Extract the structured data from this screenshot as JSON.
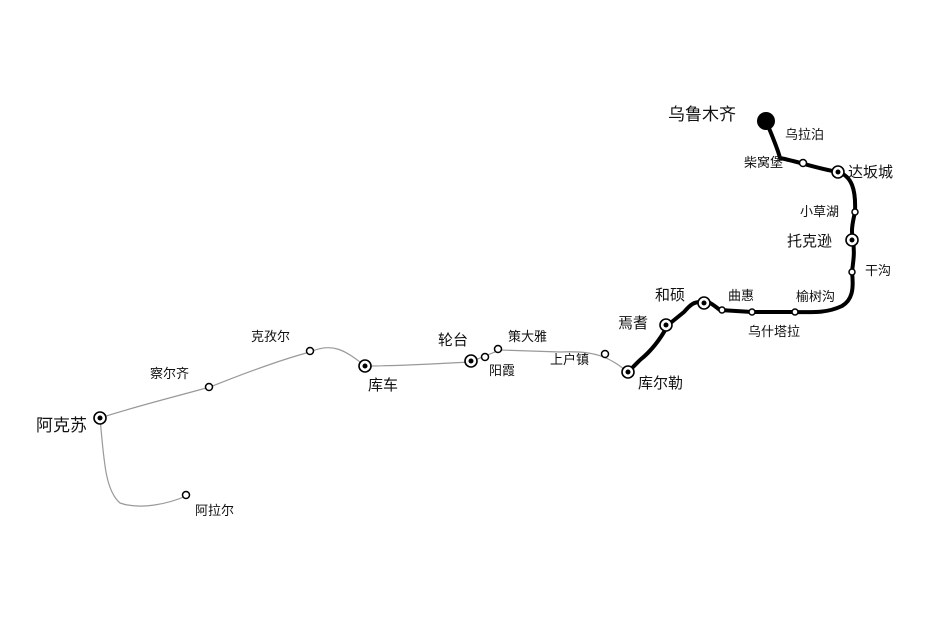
{
  "stations": [
    {
      "id": "urumqi",
      "label": "乌鲁木齐",
      "type": "terminus"
    },
    {
      "id": "wulabo",
      "label": "乌拉泊",
      "type": "minor"
    },
    {
      "id": "chaiwopu",
      "label": "柴窝堡",
      "type": "minor"
    },
    {
      "id": "dabancheng",
      "label": "达坂城",
      "type": "major"
    },
    {
      "id": "xiaocaohu",
      "label": "小草湖",
      "type": "minor"
    },
    {
      "id": "tuokexun",
      "label": "托克逊",
      "type": "major"
    },
    {
      "id": "gangou",
      "label": "干沟",
      "type": "minor"
    },
    {
      "id": "yushugou",
      "label": "榆树沟",
      "type": "minor"
    },
    {
      "id": "wushitala",
      "label": "乌什塔拉",
      "type": "minor"
    },
    {
      "id": "quhui",
      "label": "曲惠",
      "type": "minor"
    },
    {
      "id": "heshuo",
      "label": "和硕",
      "type": "major"
    },
    {
      "id": "yanqi",
      "label": "焉耆",
      "type": "major"
    },
    {
      "id": "korla",
      "label": "库尔勒",
      "type": "major"
    },
    {
      "id": "shanghuzhen",
      "label": "上户镇",
      "type": "minor"
    },
    {
      "id": "cedaya",
      "label": "策大雅",
      "type": "minor"
    },
    {
      "id": "yangxia",
      "label": "阳霞",
      "type": "minor"
    },
    {
      "id": "luntai",
      "label": "轮台",
      "type": "major"
    },
    {
      "id": "kuche",
      "label": "库车",
      "type": "major"
    },
    {
      "id": "kezier",
      "label": "克孜尔",
      "type": "minor"
    },
    {
      "id": "chaerqi",
      "label": "察尔齐",
      "type": "minor"
    },
    {
      "id": "akesu",
      "label": "阿克苏",
      "type": "major"
    },
    {
      "id": "alaer",
      "label": "阿拉尔",
      "type": "minor"
    }
  ],
  "colors": {
    "line": "#000000",
    "branch": "#888888",
    "label": "#111111"
  }
}
